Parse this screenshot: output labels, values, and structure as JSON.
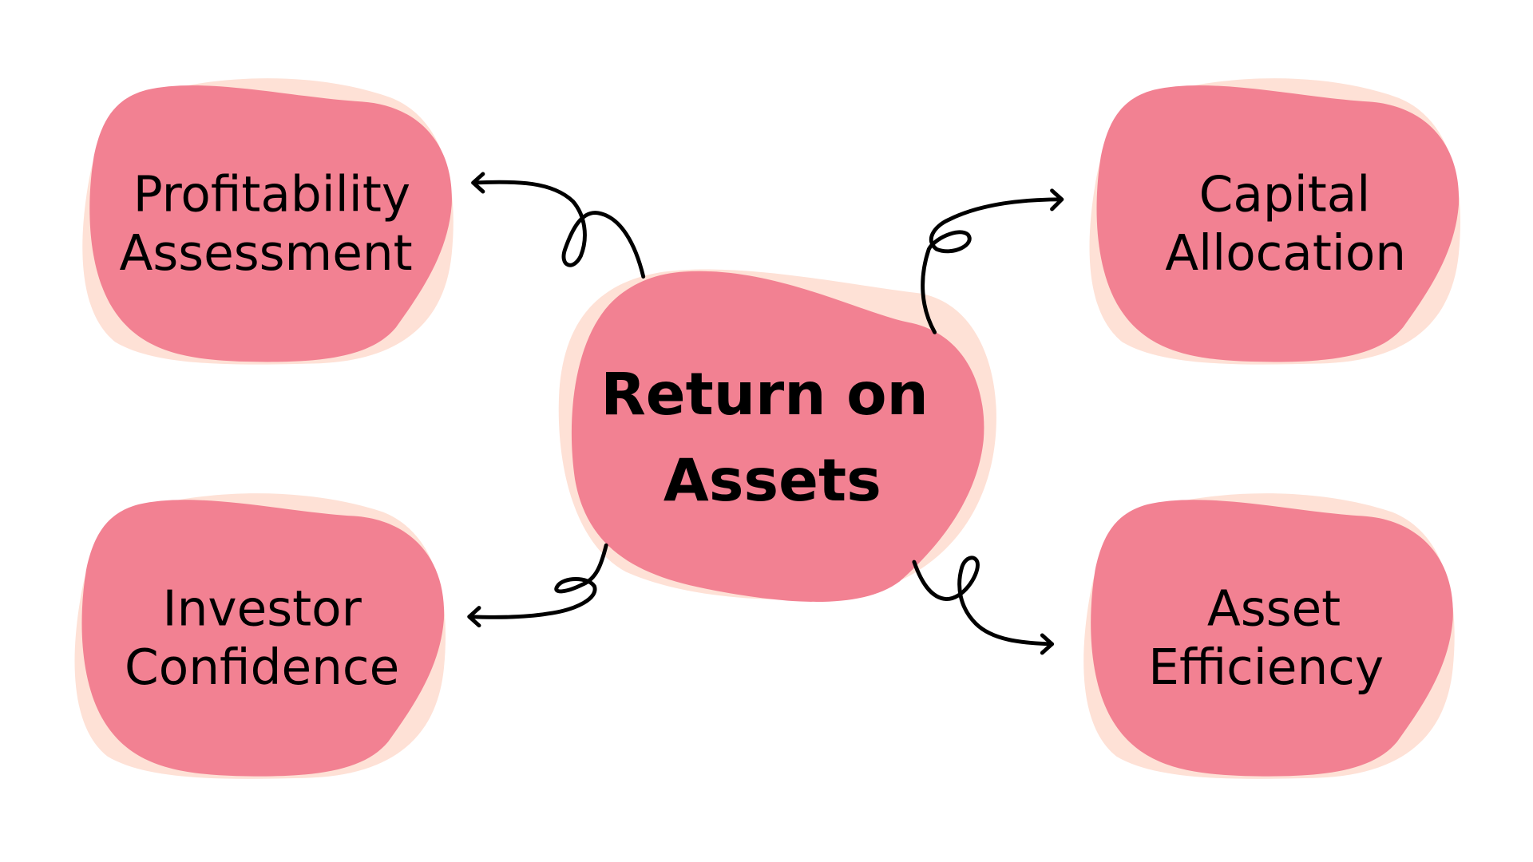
{
  "diagram": {
    "center": {
      "line1": "Return on",
      "line2": "Assets"
    },
    "nodes": [
      {
        "line1": "Profitability",
        "line2": "Assessment"
      },
      {
        "line1": "Capital",
        "line2": "Allocation"
      },
      {
        "line1": "Investor",
        "line2": "Confidence"
      },
      {
        "line1": "Asset",
        "line2": "Efficiency"
      }
    ],
    "colors": {
      "blob": "#f28192",
      "blob_shadow": "#fee1d6",
      "arrow": "#000000",
      "background": "#ffffff"
    }
  }
}
